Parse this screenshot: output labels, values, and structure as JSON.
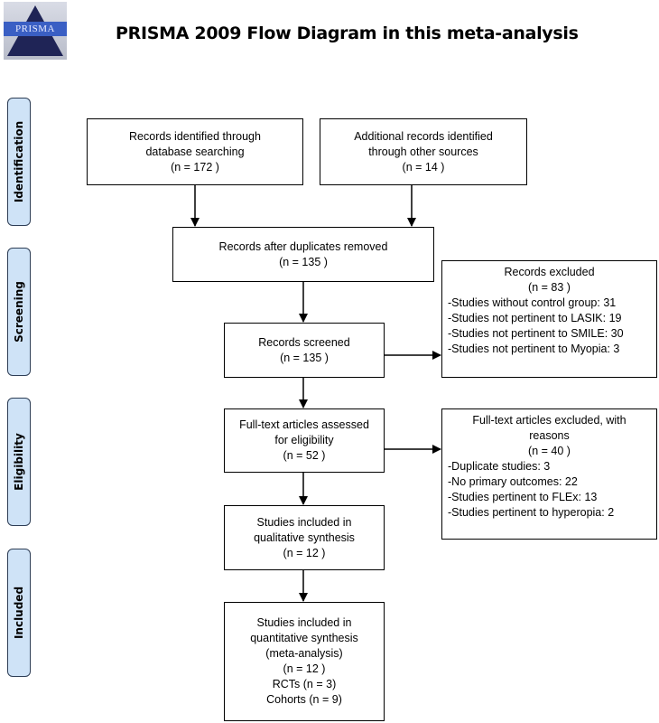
{
  "logo": {
    "name": "prisma-logo",
    "text": "PRISMA"
  },
  "title": "PRISMA 2009 Flow Diagram in this meta-analysis",
  "phases": [
    "Identification",
    "Screening",
    "Eligibility",
    "Included"
  ],
  "boxes": {
    "db_search": [
      "Records identified through",
      "database searching",
      "(n =  172 )"
    ],
    "other_sources": [
      "Additional records identified",
      "through other sources",
      "(n =  14 )"
    ],
    "dedup": [
      "Records after duplicates removed",
      "(n = 135  )"
    ],
    "screened": [
      "Records screened",
      "(n =  135 )"
    ],
    "excluded": {
      "head": [
        "Records excluded",
        "(n = 83  )"
      ],
      "items": [
        "-Studies without control group: 31",
        "-Studies not pertinent to LASIK: 19",
        "-Studies not pertinent to SMILE: 30",
        "-Studies not pertinent to Myopia: 3"
      ]
    },
    "fulltext": [
      "Full-text articles assessed",
      "for eligibility",
      "(n =  52 )"
    ],
    "fulltext_excluded": {
      "head": [
        "Full-text articles excluded, with",
        "reasons",
        "(n = 40  )"
      ],
      "items": [
        "-Duplicate studies: 3",
        "-No primary outcomes: 22",
        "-Studies pertinent to FLEx: 13",
        "-Studies pertinent to hyperopia: 2"
      ]
    },
    "qualitative": [
      "Studies included in",
      "qualitative synthesis",
      "(n =  12 )"
    ],
    "quantitative": [
      "Studies included in",
      "quantitative synthesis",
      "(meta-analysis)",
      "(n = 12  )",
      "RCTs (n = 3)",
      "Cohorts (n = 9)"
    ]
  }
}
